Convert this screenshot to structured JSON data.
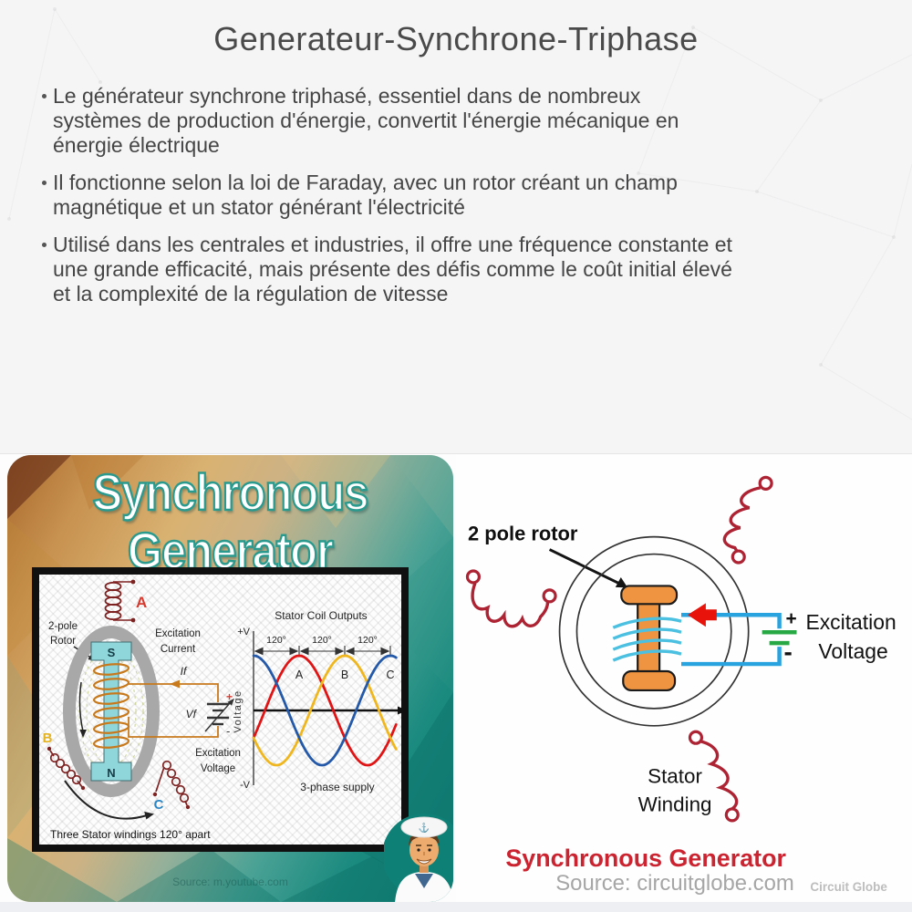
{
  "slide": {
    "title": "Generateur-Synchrone-Triphase",
    "bullets": [
      {
        "lines": [
          "Le générateur synchrone triphasé, essentiel dans de nombreux",
          "systèmes de production d'énergie, convertit l'énergie mécanique en",
          "énergie électrique"
        ]
      },
      {
        "lines": [
          "Il fonctionne selon la loi de Faraday, avec un rotor créant un champ",
          "magnétique et un stator générant l'électricité"
        ]
      },
      {
        "lines": [
          "Utilisé dans les centrales et industries, il offre une fréquence constante et",
          "une grande efficacité, mais présente des défis comme le coût initial élevé",
          "et la complexité de la régulation de vitesse"
        ]
      }
    ]
  },
  "left_figure": {
    "title": "Synchronous Generator",
    "source_note": "Source: m.youtube.com",
    "diagram": {
      "rotor_label_line1": "2-pole",
      "rotor_label_line2": "Rotor",
      "pole_top": "S",
      "pole_bottom": "N",
      "coil_a": "A",
      "coil_b": "B",
      "coil_c": "C",
      "excitation_current_line1": "Excitation",
      "excitation_current_line2": "Current",
      "excitation_current_symbol": "If",
      "field_voltage_symbol": "Vf",
      "battery_plus": "+",
      "battery_minus": "-",
      "excitation_voltage_line1": "Excitation",
      "excitation_voltage_line2": "Voltage",
      "bottom_note": "Three Stator windings 120° apart"
    },
    "colors": {
      "label_a": "#d63a2f",
      "label_b": "#e5b422",
      "label_c": "#2b86c5",
      "coil": "#7e2121",
      "rotor_fill": "#8fd6da",
      "winding": "#c8791c"
    }
  },
  "chart_data": {
    "type": "line",
    "title": "Stator Coil Outputs",
    "ylabel": "Voltage",
    "y_top_label": "+V",
    "y_bottom_label": "-V",
    "x_annotations": [
      "120°",
      "120°",
      "120°"
    ],
    "caption": "3-phase supply",
    "x_unit": "deg",
    "x_range": [
      0,
      375
    ],
    "amplitude": 1,
    "phase_spacing_deg": 120,
    "series": [
      {
        "name": "A",
        "color": "#e01414",
        "peak_deg": 120
      },
      {
        "name": "B",
        "color": "#efb61e",
        "peak_deg": 240
      },
      {
        "name": "C",
        "color": "#2458a8",
        "peak_deg": 360
      }
    ]
  },
  "right_figure": {
    "rotor_label": "2 pole rotor",
    "battery_plus": "+",
    "battery_minus": "-",
    "excitation_line1": "Excitation",
    "excitation_line2": "Voltage",
    "stator_line1": "Stator",
    "stator_line2": "Winding",
    "caption": "Synchronous Generator",
    "source": "Source: circuitglobe.com",
    "watermark": "Circuit Globe",
    "colors": {
      "rotor": "#ef9440",
      "coil": "#ae2333",
      "wire": "#29a3df",
      "battery": "#27a844",
      "caption": "#cb2430"
    }
  }
}
